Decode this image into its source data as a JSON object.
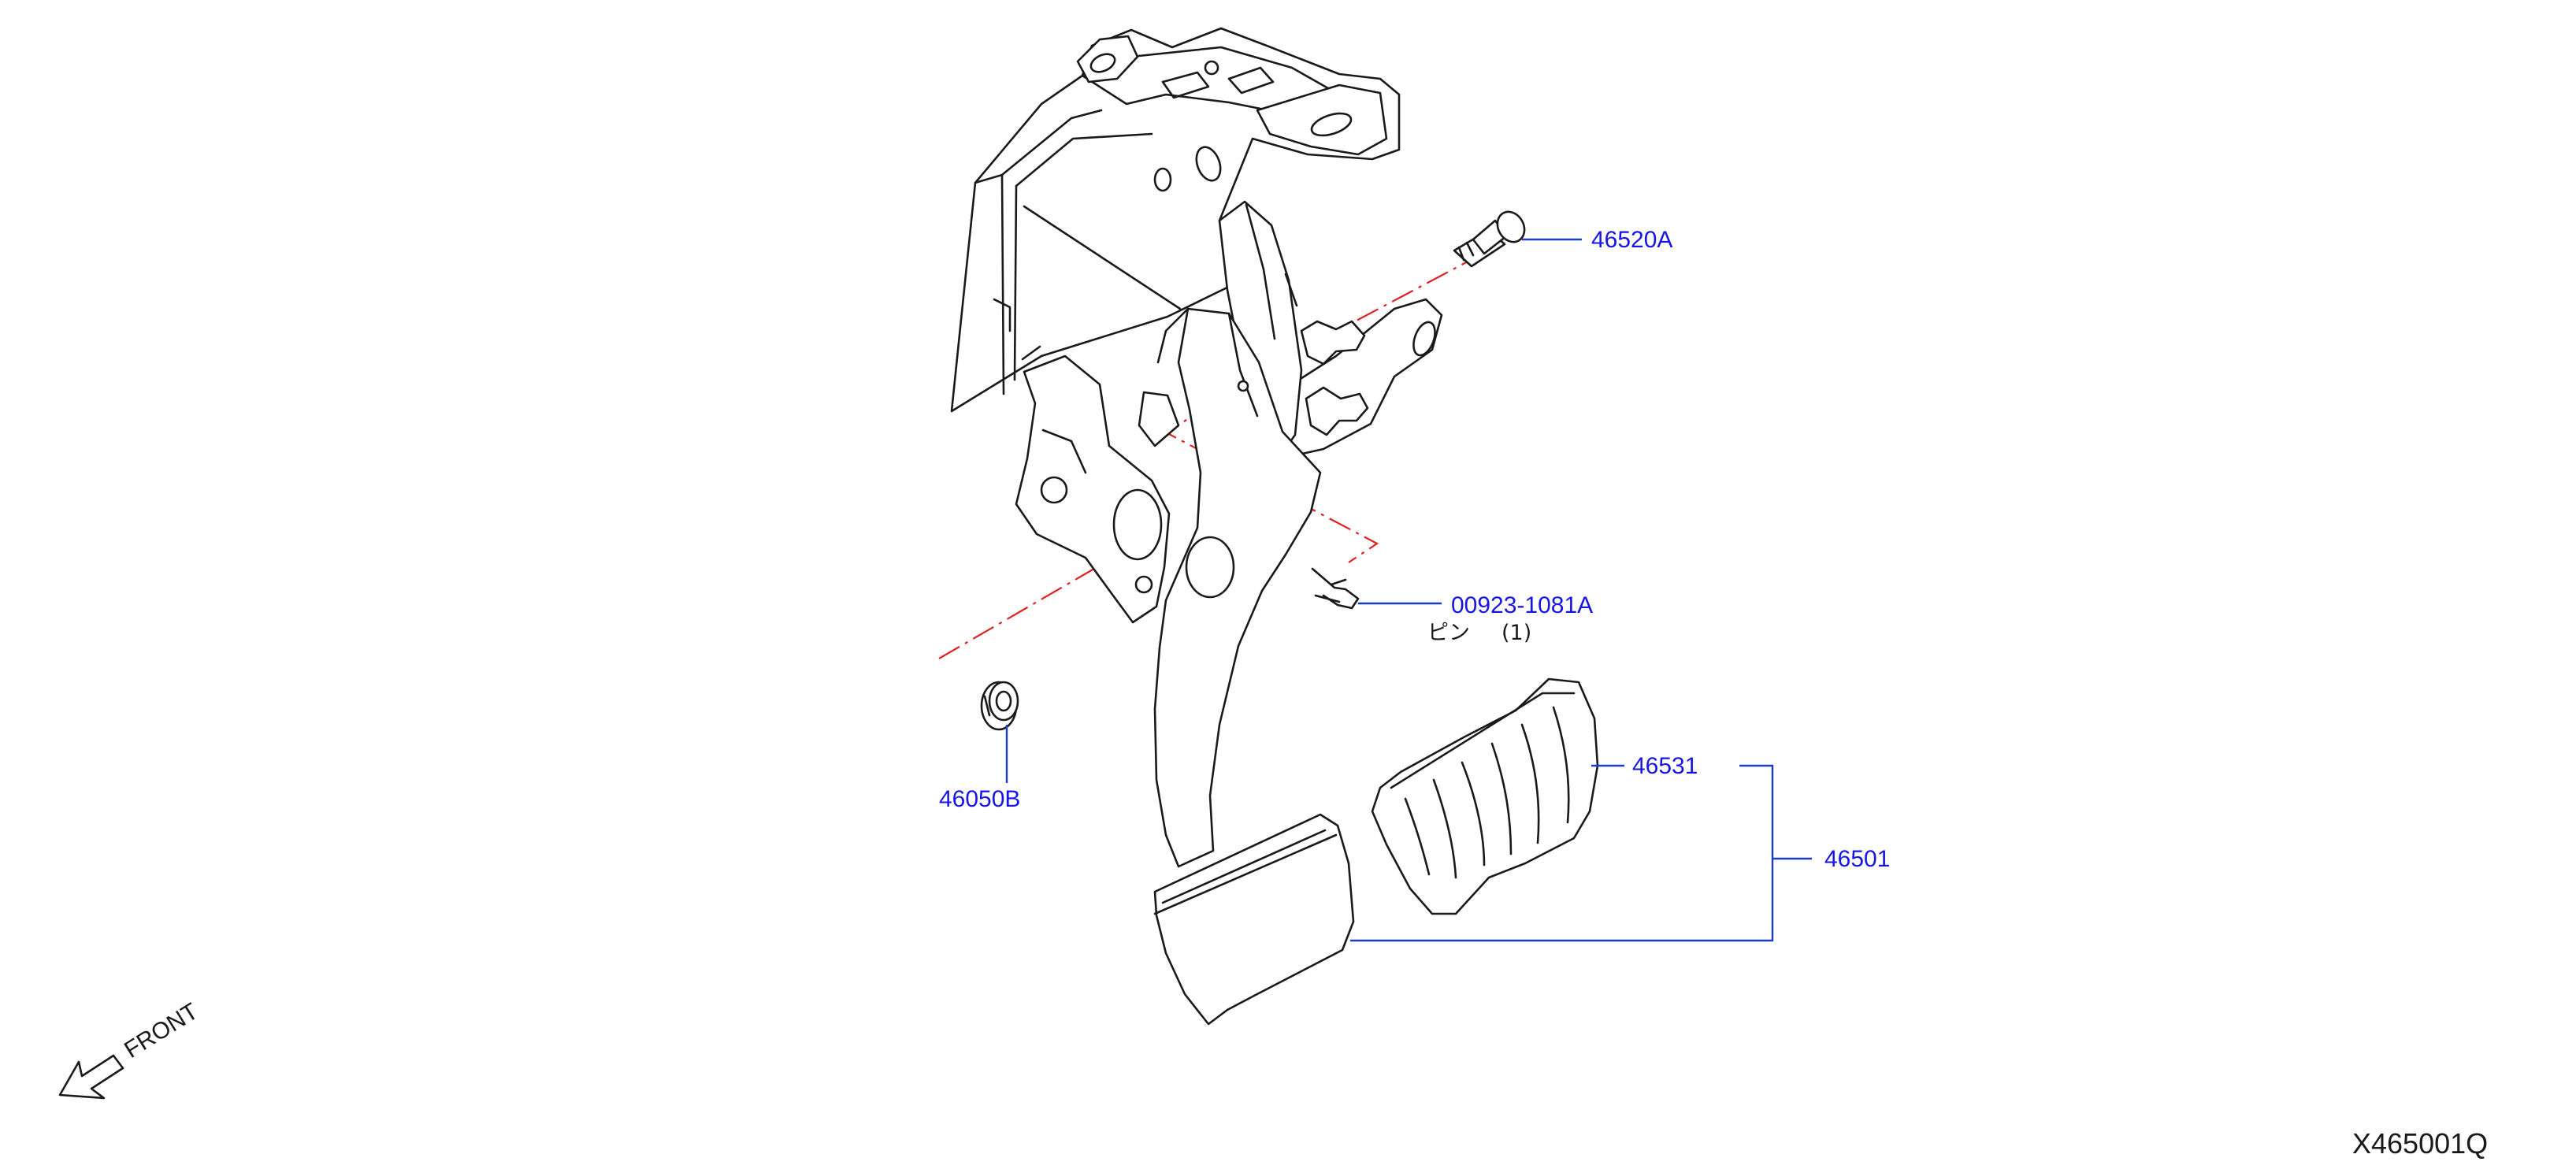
{
  "diagram": {
    "callouts": {
      "bolt": "46520A",
      "clip_pin": "00923-1081A",
      "nut": "46050B",
      "pedal_pad": "46531",
      "pedal_assembly": "46501"
    },
    "clip_pin_note": {
      "name": "ピン",
      "quantity": "(1)"
    },
    "front_label": "FRONT",
    "drawing_id": "X465001Q"
  },
  "colors": {
    "outline": "#1a1a1a",
    "leader_line": "#1a3cc8",
    "callout_text": "#1515e6",
    "phantom_line": "#e02020"
  }
}
